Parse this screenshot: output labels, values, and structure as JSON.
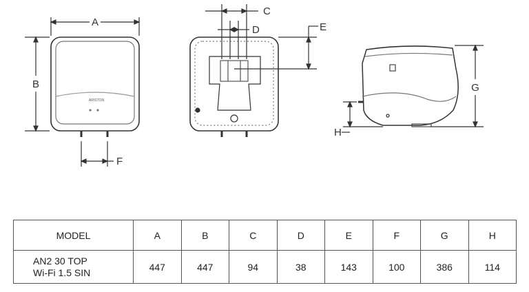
{
  "drawing": {
    "dimension_labels": {
      "a": "A",
      "b": "B",
      "c": "C",
      "d": "D",
      "e": "E",
      "f": "F",
      "g": "G",
      "h": "H"
    },
    "brand_mark": "ARISTON"
  },
  "table": {
    "headers": [
      "MODEL",
      "A",
      "B",
      "C",
      "D",
      "E",
      "F",
      "G",
      "H"
    ],
    "rows": [
      {
        "model_line1": "AN2 30 TOP",
        "model_line2": "Wi-Fi 1.5 SIN",
        "values": [
          "447",
          "447",
          "94",
          "38",
          "143",
          "100",
          "386",
          "114"
        ]
      }
    ]
  }
}
